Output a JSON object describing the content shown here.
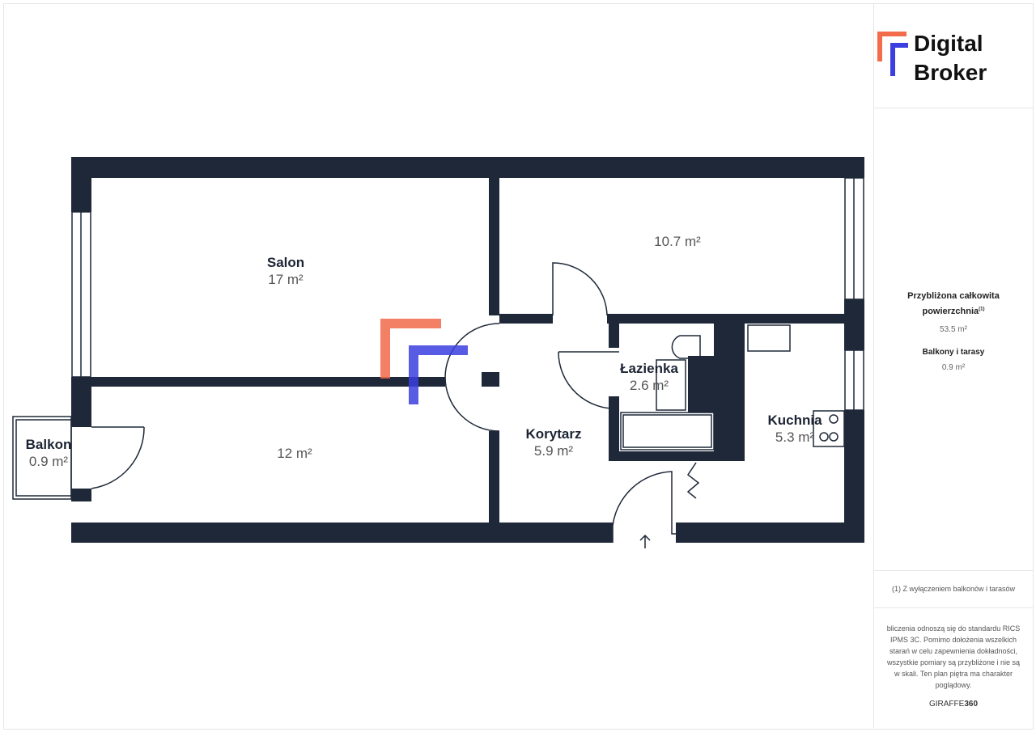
{
  "brand": {
    "line1": "Digital",
    "line2": "Broker",
    "colors": {
      "orange": "#f26b4b",
      "blue": "#3b3fe0",
      "wall": "#1e2838"
    }
  },
  "rooms": [
    {
      "name": "Salon",
      "area": "17 m²"
    },
    {
      "name": "",
      "area": "10.7 m²"
    },
    {
      "name": "",
      "area": "12 m²"
    },
    {
      "name": "Balkon",
      "area": "0.9 m²"
    },
    {
      "name": "Łazienka",
      "area": "2.6 m²"
    },
    {
      "name": "Korytarz",
      "area": "5.9 m²"
    },
    {
      "name": "Kuchnia",
      "area": "5.3 m²"
    }
  ],
  "summary": {
    "total_label": "Przybliżona całkowita powierzchnia",
    "total_sup": "(1)",
    "total_value": "53.5 m²",
    "balcony_label": "Balkony i tarasy",
    "balcony_value": "0.9 m²"
  },
  "footnote": "(1) Z wyłączeniem balkonów i tarasów",
  "disclaimer": "bliczenia odnoszą się do standardu RICS IPMS 3C. Pomimo dołożenia wszelkich starań w celu zapewnienia dokładności, wszystkie pomiary są przybliżone i nie są w skali. Ten plan piętra ma charakter poglądowy.",
  "credit": {
    "a": "GIRAFFE",
    "b": "360"
  }
}
